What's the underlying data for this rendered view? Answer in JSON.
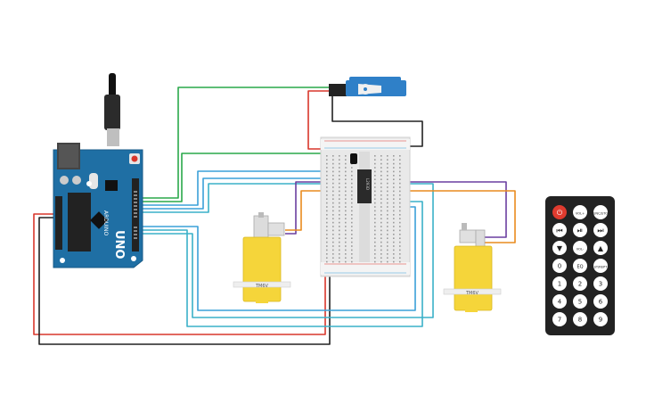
{
  "colors": {
    "canvas": "#ffffff",
    "arduino_board": "#1f6fa4",
    "motor_yellow": "#f5d53a",
    "servo_blue": "#2f80c8",
    "remote_body": "#222222",
    "remote_power": "#e03b2f",
    "wire_green": "#2aa84a",
    "wire_red": "#d9362b",
    "wire_black": "#222222",
    "wire_blue": "#3aa0d8",
    "wire_teal": "#3ab0c8",
    "wire_purple": "#6a3fa0",
    "wire_orange": "#e98b1e"
  },
  "arduino": {
    "model_label": "UNO",
    "brand_label": "ARDUINO",
    "reset_icon": "reset-button",
    "usb_icon": "usb-cable"
  },
  "breadboard": {
    "chip_label": "L293D"
  },
  "motors": {
    "left_label": "TM6V",
    "right_label": "TM6V"
  },
  "servo": {
    "name": "micro-servo"
  },
  "remote": {
    "rows": [
      [
        "power",
        "VOL+",
        "FUNC/STOP"
      ],
      [
        "prev",
        "play-pause",
        "next"
      ],
      [
        "down",
        "VOL-",
        "up"
      ],
      [
        "0",
        "EQ",
        "ST/REPT"
      ],
      [
        "1",
        "2",
        "3"
      ],
      [
        "4",
        "5",
        "6"
      ],
      [
        "7",
        "8",
        "9"
      ]
    ]
  }
}
